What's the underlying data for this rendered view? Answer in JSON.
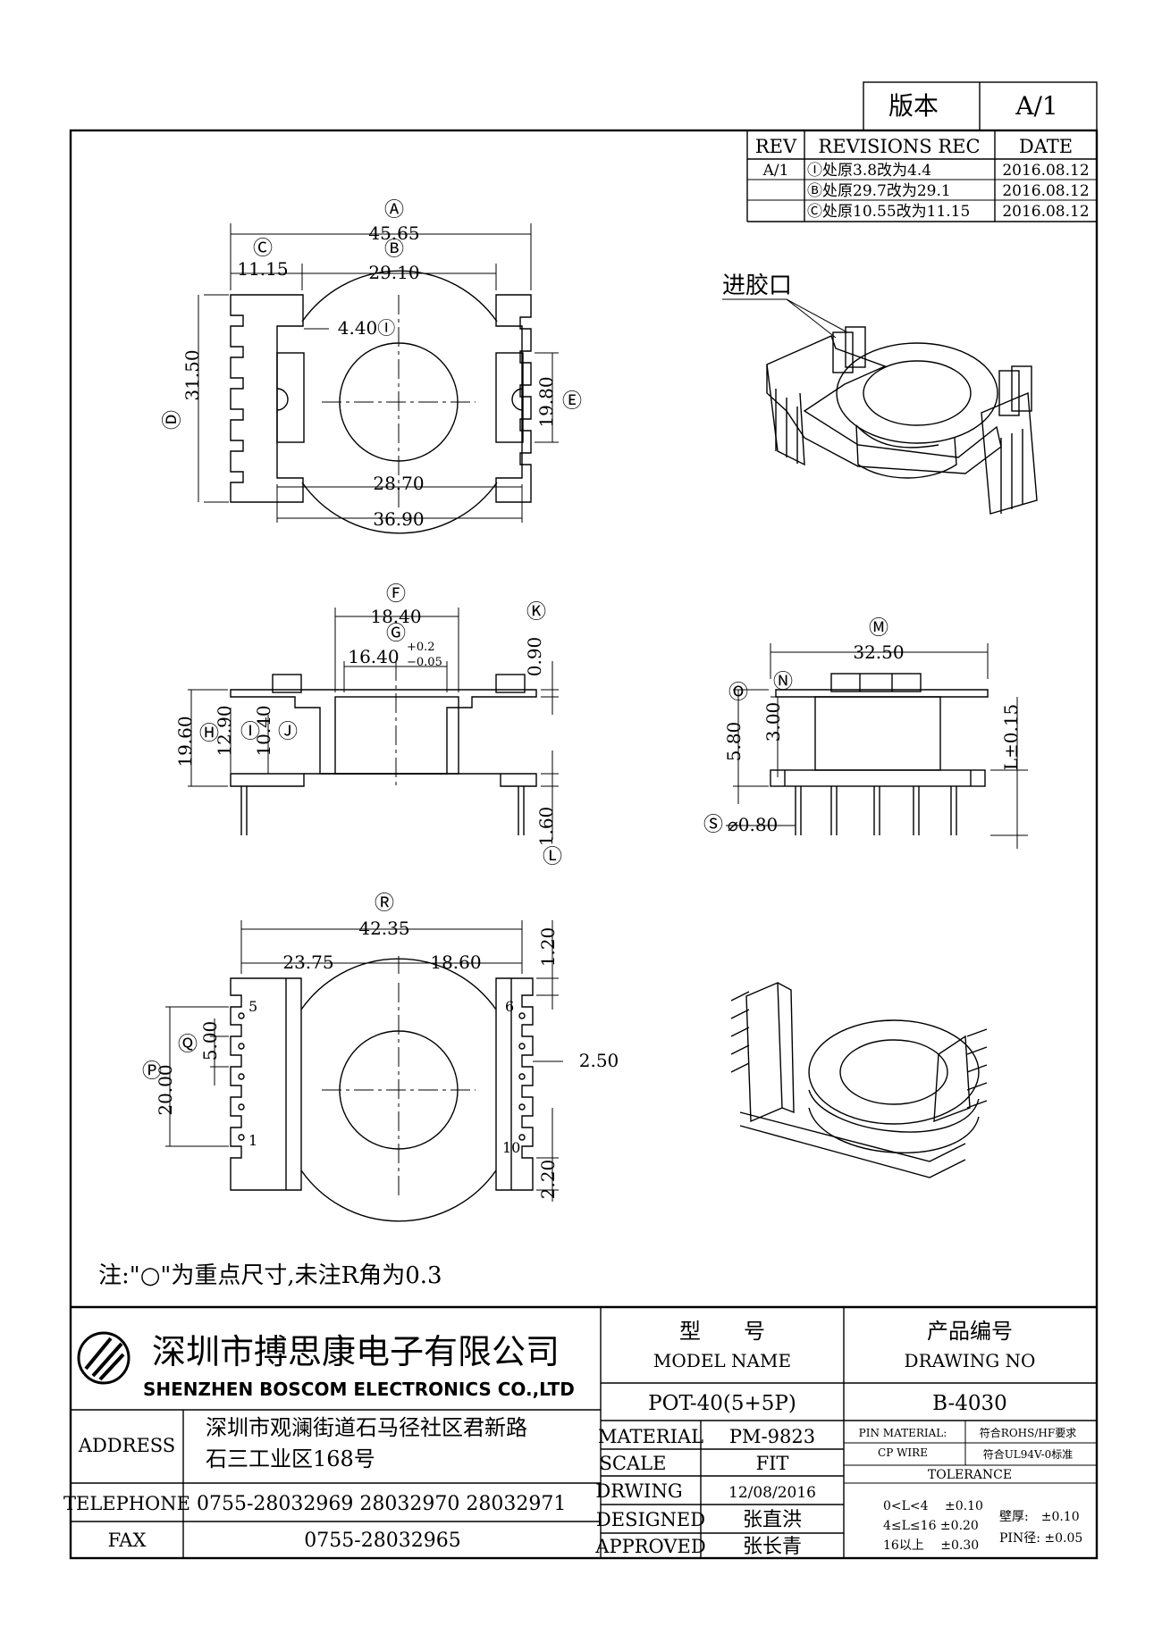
{
  "version_box": {
    "label": "版本",
    "value": "A/1"
  },
  "revisions": {
    "headers": [
      "REV",
      "REVISIONS REC",
      "DATE"
    ],
    "rows": [
      {
        "rev": "A/1",
        "text": "Ⓘ处原3.8改为4.4",
        "date": "2016.08.12"
      },
      {
        "rev": "",
        "text": "Ⓑ处原29.7改为29.1",
        "date": "2016.08.12"
      },
      {
        "rev": "",
        "text": "Ⓒ处原10.55改为11.15",
        "date": "2016.08.12"
      }
    ]
  },
  "top_view": {
    "A": "Ⓐ",
    "A_val": "45.65",
    "B": "Ⓑ",
    "B_val": "29.10",
    "C": "Ⓒ",
    "C_val": "11.15",
    "I_val": "4.40Ⓘ",
    "D": "Ⓓ",
    "D_val": "31.50",
    "E": "Ⓔ",
    "E_val": "19.80",
    "w287": "28.70",
    "w369": "36.90"
  },
  "gate_label": "进胶口",
  "front_view": {
    "F": "Ⓕ",
    "F_val": "18.40",
    "G": "Ⓖ",
    "G_val": "16.40",
    "G_tol_up": "+0.2",
    "G_tol_dn": "−0.05",
    "K": "Ⓚ",
    "K_val": "0.90",
    "H": "Ⓗ",
    "H_val": "19.60",
    "I": "Ⓘ",
    "I_val": "12.90",
    "J": "Ⓙ",
    "J_val": "10.40",
    "L": "Ⓛ",
    "L_val": "1.60"
  },
  "side_view": {
    "M": "Ⓜ",
    "M_val": "32.50",
    "N": "Ⓝ",
    "O": "Ⓞ",
    "O_val": "5.80",
    "h300": "3.00",
    "L_tol": "L±0.15",
    "S": "Ⓢ",
    "S_val": "⌀0.80"
  },
  "bottom_view": {
    "R": "Ⓡ",
    "R_val": "42.35",
    "w2375": "23.75",
    "w1860": "18.60",
    "v120": "1.20",
    "P": "Ⓟ",
    "P_val": "20.00",
    "Q": "Ⓠ",
    "Q_val": "5.00",
    "v250": "2.50",
    "v220": "2.20",
    "pins": [
      "5",
      "1",
      "6",
      "10"
    ]
  },
  "note": "注:\"○\"为重点尺寸,未注R角为0.3",
  "title_block": {
    "company_cn": "深圳市搏思康电子有限公司",
    "company_en": "SHENZHEN BOSCOM ELECTRONICS CO.,LTD",
    "address_label": "ADDRESS",
    "address_line1": "深圳市观澜街道石马径社区君新路",
    "address_line2": "石三工业区168号",
    "telephone_label": "TELEPHONE",
    "telephone": "0755-28032969 28032970 28032971",
    "fax_label": "FAX",
    "fax": "0755-28032965",
    "model_cn": "型　　号",
    "model_en": "MODEL NAME",
    "model_value": "POT-40(5+5P)",
    "drawing_cn": "产品编号",
    "drawing_en": "DRAWING NO",
    "drawing_value": "B-4030",
    "material_label": "MATERIAL",
    "material_value": "PM-9823",
    "scale_label": "SCALE",
    "scale_value": "FIT",
    "drwing_label": "DRWING",
    "drwing_value": "12/08/2016",
    "designed_label": "DESIGNED",
    "designed_value": "张直洪",
    "approved_label": "APPROVED",
    "approved_value": "张长青",
    "pin_material_label": "PIN MATERIAL:",
    "pin_material_value": "符合ROHS/HF要求",
    "cp_wire_label": "CP WIRE",
    "cp_wire_value": "符合UL94V-0标准",
    "tolerance_label": "TOLERANCE",
    "tol_rows": [
      "0<L<4　 ±0.10",
      "4≤L≤16 ±0.20",
      "16以上　 ±0.30"
    ],
    "wall_label": "壁厚:　±0.10",
    "pin_dia_label": "PIN径: ±0.05"
  }
}
